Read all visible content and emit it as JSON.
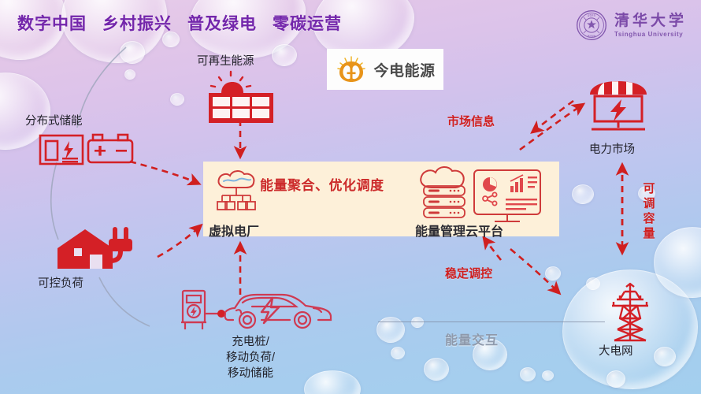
{
  "header": {
    "slogans": [
      "数字中国",
      "乡村振兴",
      "普及绿电",
      "零碳运营"
    ],
    "title_color": "#7326ab",
    "university": {
      "name_zh": "清华大学",
      "name_en": "Tsinghua University",
      "seal_icon": "tsinghua-seal-icon"
    }
  },
  "sponsor": {
    "name": "今电能源",
    "logo_icon": "sunburst-shield-icon",
    "logo_color": "#e8a317"
  },
  "center_panel": {
    "heading": "能量聚合、优化调度",
    "left_label": "虚拟电厂",
    "right_label": "能量管理云平台",
    "left_icon": "cloud-hierarchy-icon",
    "right_icon": "cloud-server-dashboard-icon",
    "bg_color": "#fdf0d9",
    "heading_color": "#cc2b2b"
  },
  "nodes": [
    {
      "id": "renewable",
      "label": "可再生能源",
      "icon": "solar-panel-sun-icon"
    },
    {
      "id": "storage",
      "label": "分布式储能",
      "icon": "battery-cabinet-icon"
    },
    {
      "id": "load",
      "label": "可控负荷",
      "icon": "house-plug-icon"
    },
    {
      "id": "ev",
      "label_lines": [
        "充电桩/",
        "移动负荷/",
        "移动储能"
      ],
      "icon": "ev-charger-car-icon"
    },
    {
      "id": "market",
      "label": "电力市场",
      "icon": "market-stall-lightning-icon"
    },
    {
      "id": "grid",
      "label": "大电网",
      "icon": "transmission-tower-icon"
    }
  ],
  "flow_labels": {
    "market_info": "市场信息",
    "adjustable_capacity": "可调容量",
    "stable_regulation": "稳定调控",
    "energy_interaction": "能量交互"
  },
  "colors": {
    "accent_red": "#d01f1f",
    "icon_red": "#d42026",
    "purple": "#7326ab",
    "muted_gray": "#8e99ab"
  }
}
